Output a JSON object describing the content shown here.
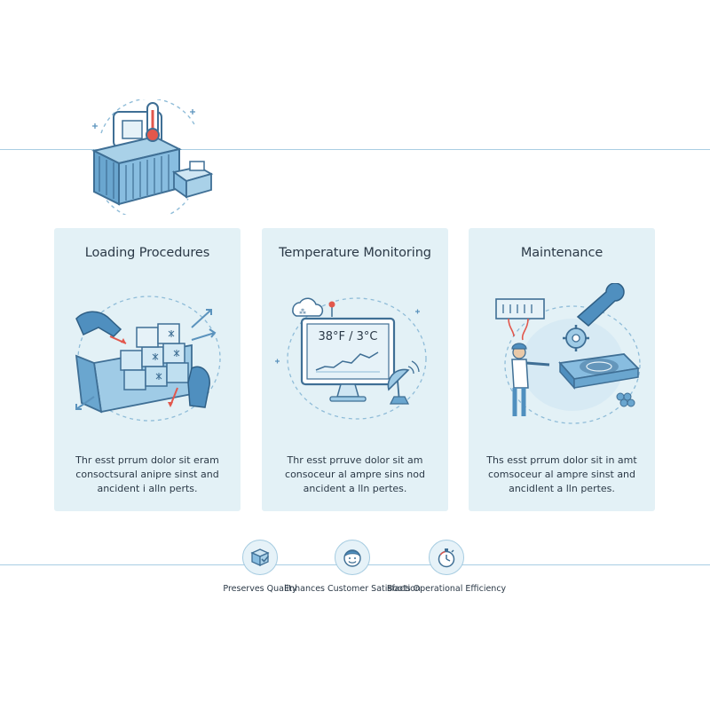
{
  "cards": [
    {
      "title": "Loading Procedures",
      "text": "Thr esst prrum dolor sit eram consoctsural anipre sinst and ancident i alln perts."
    },
    {
      "title": "Temperature Monitoring",
      "text": "Thr esst prruve dolor sit am consoceur al ampre sins nod ancident a lln pertes.",
      "display": "38°F / 3°C"
    },
    {
      "title": "Maintenance",
      "text": "Ths esst prrum dolor sit in amt comsoceur al ampre sinst and ancidlent a lln pertes."
    }
  ],
  "benefits": [
    {
      "label": "Preserves Quality",
      "icon": "box-check-icon"
    },
    {
      "label": "Enhances Customer Satisfaction",
      "icon": "smiley-face-icon"
    },
    {
      "label": "Boots Operational Efficiency",
      "icon": "stopwatch-icon"
    }
  ],
  "colors": {
    "accent": "#4f8fbf",
    "card_bg": "#e3f1f6",
    "line": "#a9cde3",
    "warn": "#e2574c"
  }
}
